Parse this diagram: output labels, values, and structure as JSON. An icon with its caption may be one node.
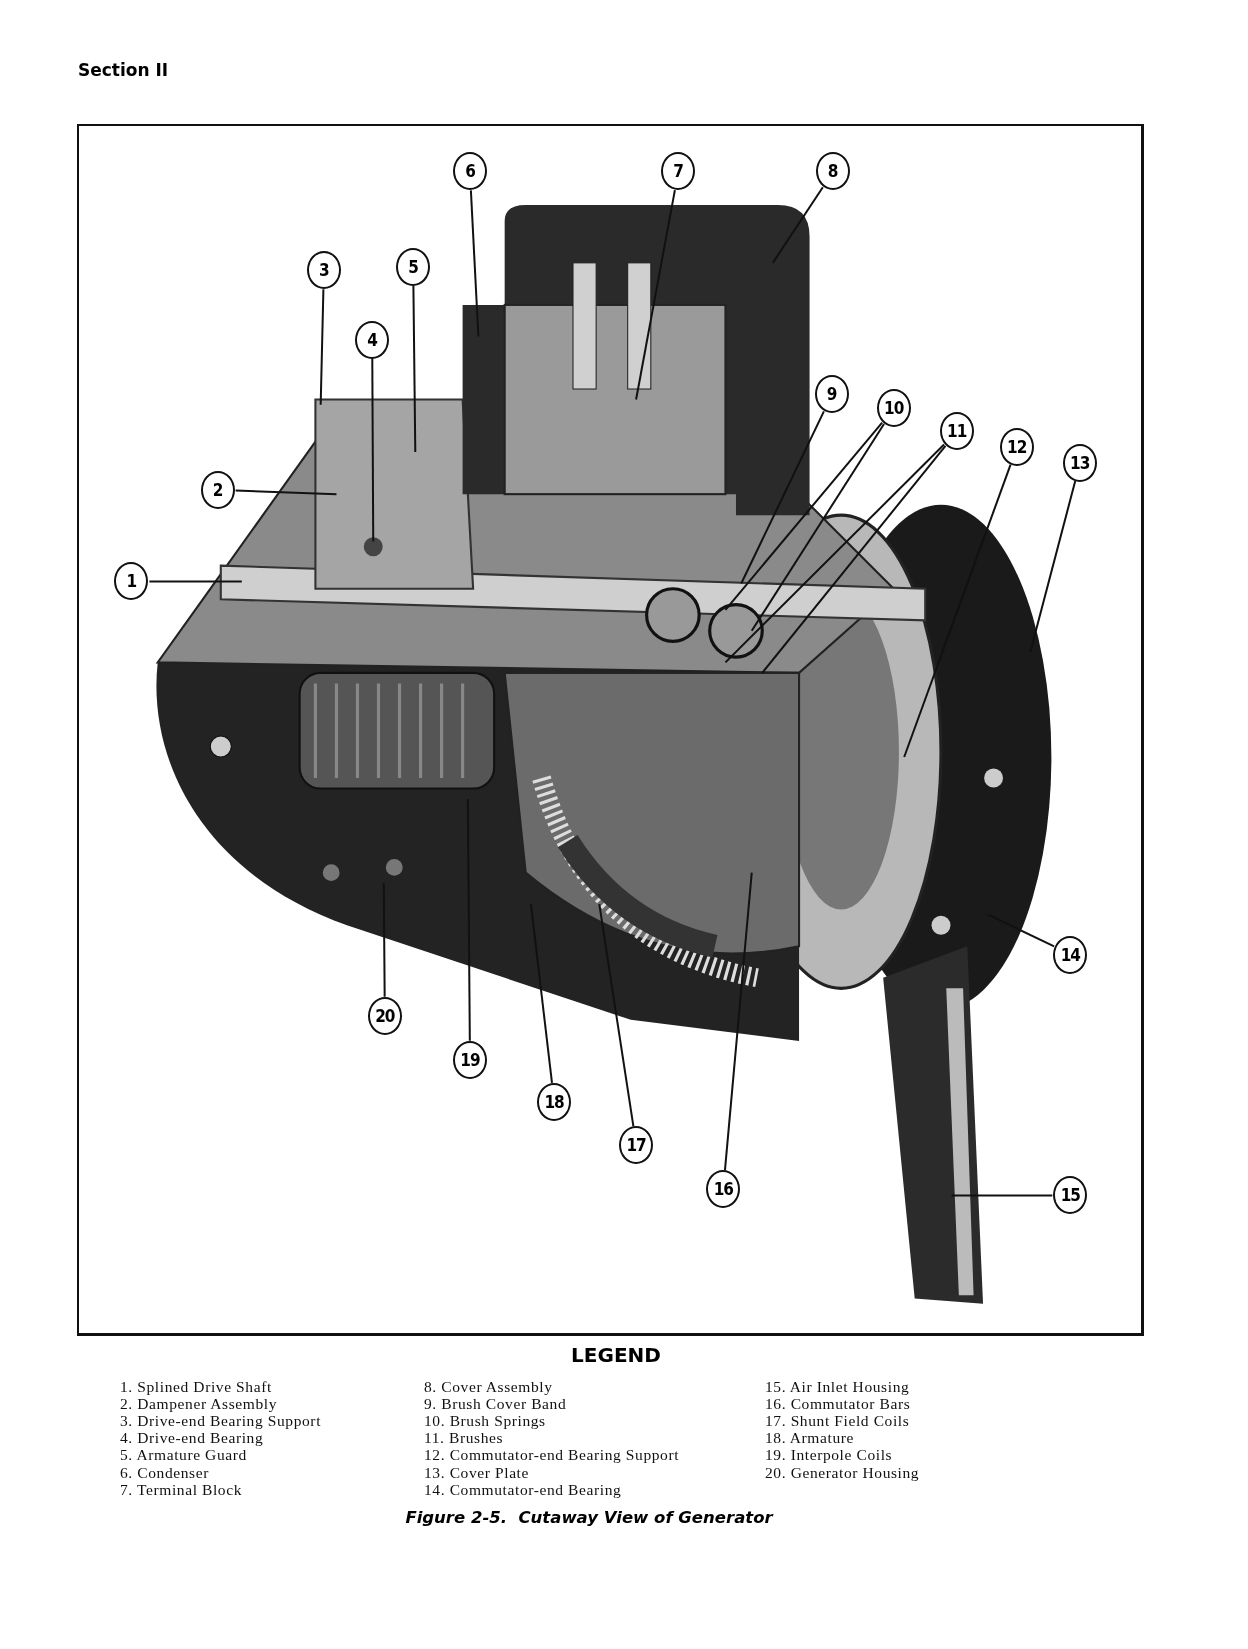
{
  "diagram": {
    "caption": "Figure 2-5.  Cutaway View of Generator",
    "nodes": [
      {
        "text": [
          "1"
        ]
      },
      {
        "text": [
          "2"
        ]
      },
      {
        "text": [
          "3"
        ]
      },
      {
        "text": [
          "4"
        ]
      },
      {
        "text": [
          "5"
        ]
      },
      {
        "text": [
          "6"
        ]
      },
      {
        "text": [
          "7"
        ]
      },
      {
        "text": [
          "8"
        ]
      },
      {
        "text": [
          "9"
        ]
      },
      {
        "text": [
          "10"
        ]
      },
      {
        "text": [
          "11"
        ]
      },
      {
        "text": [
          "12"
        ]
      },
      {
        "text": [
          "13"
        ]
      },
      {
        "text": [
          "14"
        ]
      },
      {
        "text": [
          "15"
        ]
      },
      {
        "text": [
          "16"
        ]
      },
      {
        "text": [
          "17"
        ]
      },
      {
        "text": [
          "18"
        ]
      },
      {
        "text": [
          "19"
        ]
      },
      {
        "text": [
          "20"
        ]
      }
    ],
    "edges": [
      {
        "from": 0,
        "to": null,
        "arrow": "none"
      },
      {
        "from": 1,
        "to": null,
        "arrow": "none"
      },
      {
        "from": 2,
        "to": null,
        "arrow": "none"
      },
      {
        "from": 3,
        "to": null,
        "arrow": "none"
      },
      {
        "from": 4,
        "to": null,
        "arrow": "none"
      },
      {
        "from": 5,
        "to": null,
        "arrow": "none"
      },
      {
        "from": 6,
        "to": null,
        "arrow": "none"
      },
      {
        "from": 7,
        "to": null,
        "arrow": "none"
      },
      {
        "from": 8,
        "to": null,
        "arrow": "none"
      },
      {
        "from": 9,
        "to": null,
        "arrow": "none"
      },
      {
        "from": 9,
        "to": null,
        "arrow": "none"
      },
      {
        "from": 10,
        "to": null,
        "arrow": "none"
      },
      {
        "from": 10,
        "to": null,
        "arrow": "none"
      },
      {
        "from": 11,
        "to": null,
        "arrow": "none"
      },
      {
        "from": 12,
        "to": null,
        "arrow": "none"
      },
      {
        "from": 13,
        "to": null,
        "arrow": "none"
      },
      {
        "from": 14,
        "to": null,
        "arrow": "none"
      },
      {
        "from": 15,
        "to": null,
        "arrow": "none"
      },
      {
        "from": 16,
        "to": null,
        "arrow": "none"
      },
      {
        "from": 17,
        "to": null,
        "arrow": "none"
      },
      {
        "from": 18,
        "to": null,
        "arrow": "none"
      },
      {
        "from": 19,
        "to": null,
        "arrow": "none"
      }
    ],
    "labels": [
      "Section II",
      "LEGEND",
      "1. Splined Drive Shaft",
      "2. Dampener Assembly",
      "3. Drive-end Bearing Support",
      "4. Drive-end Bearing",
      "5. Armature Guard",
      "6. Condenser",
      "7. Terminal Block",
      "8. Cover Assembly",
      "9. Brush Cover Band",
      "10. Brush Springs",
      "11. Brushes",
      "12. Commutator-end Bearing Support",
      "13. Cover Plate",
      "14. Commutator-end Bearing",
      "15. Air Inlet Housing",
      "16. Commutator Bars",
      "17. Shunt Field Coils",
      "18. Armature",
      "19. Interpole Coils",
      "20. Generator Housing"
    ]
  }
}
